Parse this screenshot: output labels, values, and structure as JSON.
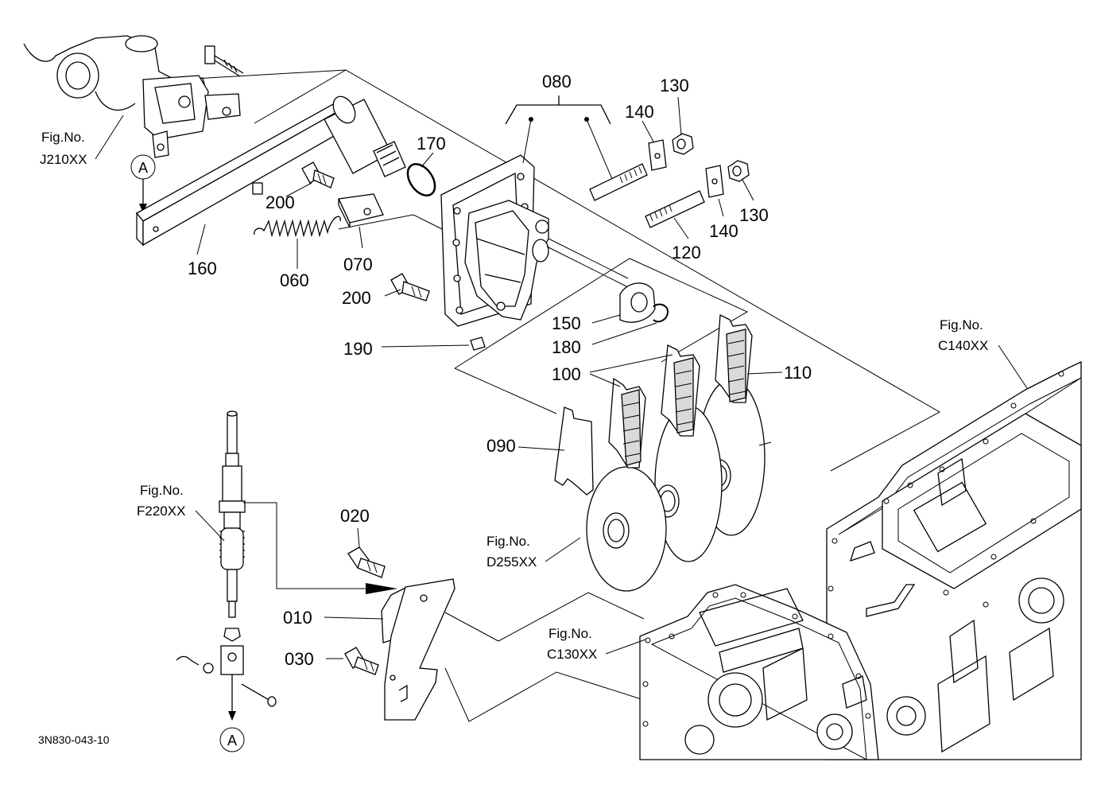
{
  "diagram_id": "3N830-043-10",
  "parts": {
    "p010": "010",
    "p020": "020",
    "p030": "030",
    "p060": "060",
    "p070": "070",
    "p080": "080",
    "p090": "090",
    "p100": "100",
    "p110": "110",
    "p120": "120",
    "p130a": "130",
    "p130b": "130",
    "p140a": "140",
    "p140b": "140",
    "p150": "150",
    "p160": "160",
    "p170": "170",
    "p180": "180",
    "p190": "190",
    "p200a": "200",
    "p200b": "200"
  },
  "fig_refs": {
    "j210": {
      "label": "Fig.No.",
      "code": "J210XX"
    },
    "c140": {
      "label": "Fig.No.",
      "code": "C140XX"
    },
    "f220": {
      "label": "Fig.No.",
      "code": "F220XX"
    },
    "d255": {
      "label": "Fig.No.",
      "code": "D255XX"
    },
    "c130": {
      "label": "Fig.No.",
      "code": "C130XX"
    }
  },
  "connector_label_top": "A",
  "connector_label_bottom": "A"
}
